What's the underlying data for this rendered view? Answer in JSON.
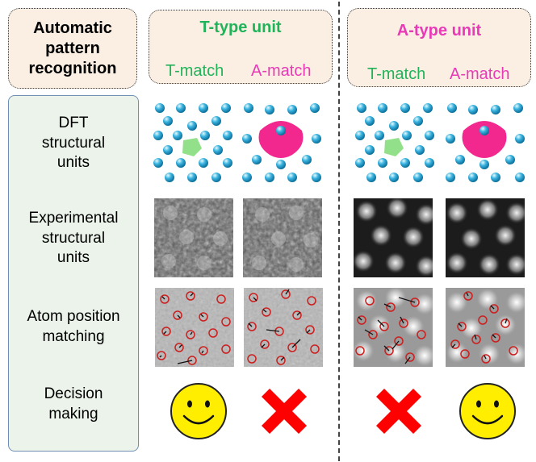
{
  "header": {
    "left_title_lines": [
      "Automatic",
      "pattern",
      "recognition"
    ],
    "t_unit": {
      "title": "T-type unit",
      "match_t": "T-match",
      "match_a": "A-match"
    },
    "a_unit": {
      "title": "A-type unit",
      "match_t": "T-match",
      "match_a": "A-match"
    }
  },
  "rows": {
    "dft": [
      "DFT",
      "structural",
      "units"
    ],
    "experimental": [
      "Experimental",
      "structural",
      "units"
    ],
    "atom_position": [
      "Atom position",
      "matching"
    ],
    "decision": [
      "Decision",
      "making"
    ]
  },
  "colors": {
    "green_text": "#22b35a",
    "magenta_text": "#e83ab6",
    "atom_blue": "#3bb4e0",
    "green_unit": "#92e08a",
    "magenta_unit": "#f2288f",
    "cross_red": "#ff0000",
    "smiley_yellow": "#ffee00",
    "panel_bg": "#ebf3ea",
    "header_bg": "#fbefe3"
  },
  "decisions": {
    "t_type_t_match": "smiley-icon",
    "t_type_a_match": "red-cross-icon",
    "a_type_t_match": "red-cross-icon",
    "a_type_a_match": "smiley-icon"
  }
}
